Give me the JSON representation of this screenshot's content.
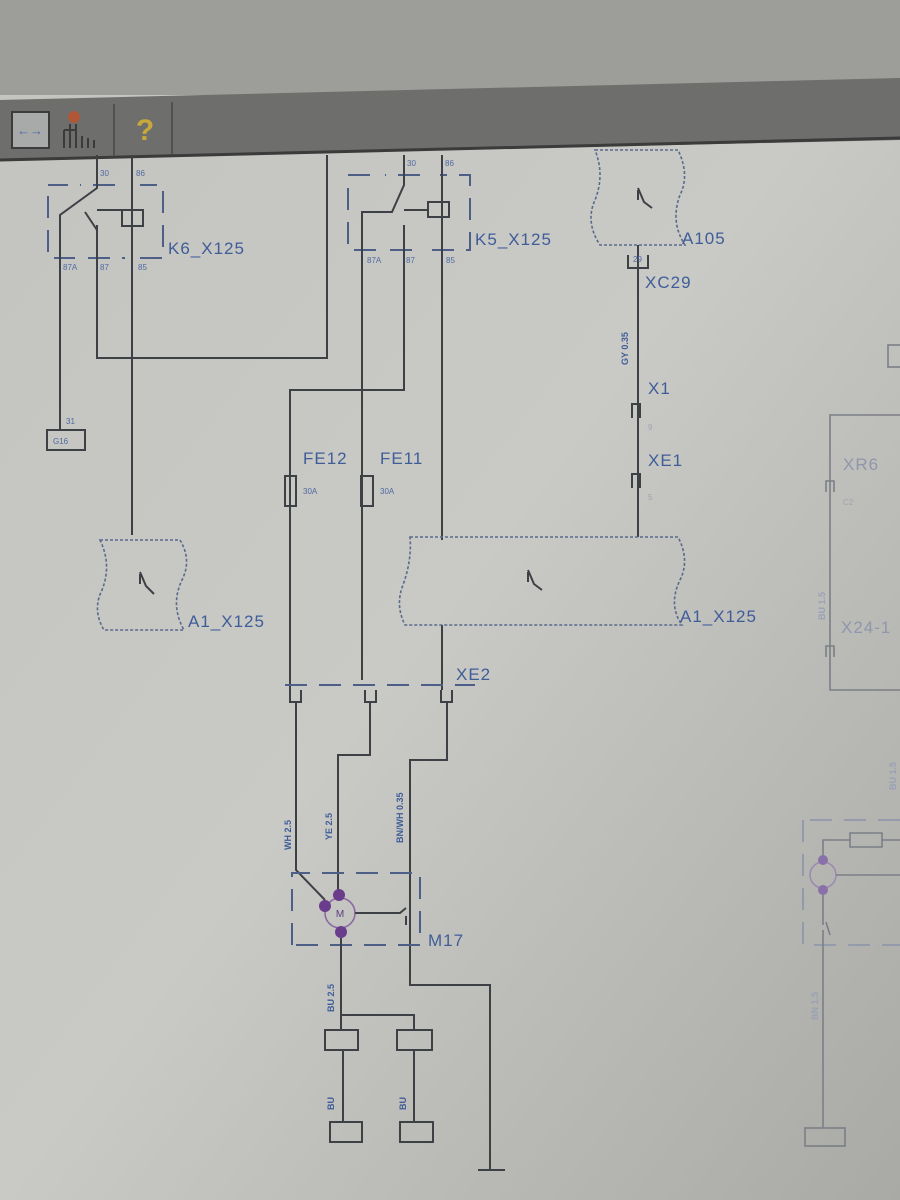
{
  "toolbar": {
    "buttons": [
      {
        "name": "fit-width",
        "icon": "left-right-arrows-icon",
        "glyph": "←→"
      },
      {
        "name": "component-locator",
        "icon": "component-pins-icon"
      },
      {
        "name": "help",
        "icon": "question-mark-icon",
        "glyph": "?"
      }
    ]
  },
  "relays": {
    "k6": {
      "label": "K6_X125",
      "pins": {
        "p30": "30",
        "p86": "86",
        "p87a": "87A",
        "p87": "87",
        "p85": "85"
      }
    },
    "k5": {
      "label": "K5_X125",
      "pins": {
        "p30": "30",
        "p86": "86",
        "p87a": "87A",
        "p87": "87",
        "p85": "85"
      }
    }
  },
  "ground_left": {
    "pin": "31",
    "label": "G16"
  },
  "fuses": [
    {
      "label": "FE12",
      "rating": "30A"
    },
    {
      "label": "FE11",
      "rating": "30A"
    }
  ],
  "modules": {
    "a105": "A105",
    "a1_left": "A1_X125",
    "a1_main": "A1_X125"
  },
  "connectors": {
    "xc29": {
      "label": "XC29",
      "pin": "29"
    },
    "x1": {
      "label": "X1",
      "pin": "9"
    },
    "xe1": {
      "label": "XE1",
      "pin": "5"
    },
    "xe2": {
      "label": "XE2"
    },
    "xr6": {
      "label": "XR6",
      "pin": "C2"
    },
    "x24": {
      "label": "X24-1"
    }
  },
  "wires": {
    "gy": "GY 0.35",
    "wh": "WH 2.5",
    "ye": "YE 2.5",
    "bnwh": "BN/WH 0.35",
    "bu_motor": "BU 2.5",
    "bu_a": "BU",
    "bu_b": "BU",
    "bu_right": "BU 1.5",
    "bu_right2": "BU 1.5",
    "bn_right": "BN 1.5"
  },
  "motor": {
    "label": "M17",
    "symbol": "M"
  },
  "colors": {
    "wire": "#3d4045",
    "label": "#3f5d99",
    "motor_terminal": "#6a3d8c"
  }
}
